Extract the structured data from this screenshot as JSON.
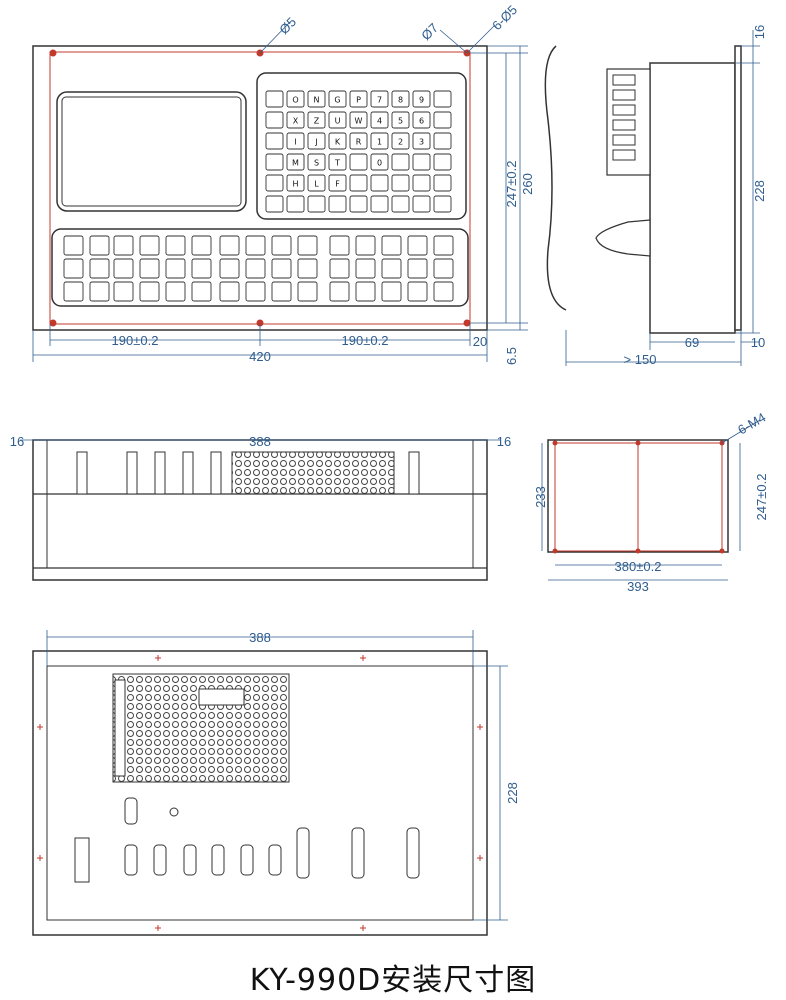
{
  "title": "KY-990D安装尺寸图",
  "front_view": {
    "hole_dia_label": "Ø5",
    "hole_dia2_label": "Ø7",
    "hole_count_label": "6-Ø5",
    "width_left": "190±0.2",
    "width_right": "190±0.2",
    "width_total": "420",
    "side_margin": "20",
    "bottom_offset": "6.5",
    "height_hole": "247±0.2",
    "height_total": "260",
    "keys_alpha": [
      "O",
      "N",
      "G",
      "P",
      "7",
      "8",
      "9",
      "X",
      "Z",
      "U",
      "W",
      "4",
      "5",
      "6",
      "I",
      "J",
      "K",
      "R",
      "1",
      "2",
      "3",
      "M",
      "S",
      "T",
      "0",
      "H",
      "L",
      "F"
    ]
  },
  "side_view": {
    "top_offset": "16",
    "height": "228",
    "depth_min": "> 150",
    "depth": "69",
    "flange": "10"
  },
  "top_view": {
    "left_margin": "16",
    "width": "388",
    "right_margin": "16"
  },
  "cutout_view": {
    "screw_label": "6-M4",
    "height_inner": "233",
    "height_hole": "247±0.2",
    "width_hole": "380±0.2",
    "width_total": "393"
  },
  "rear_view": {
    "width": "388",
    "height": "228"
  }
}
